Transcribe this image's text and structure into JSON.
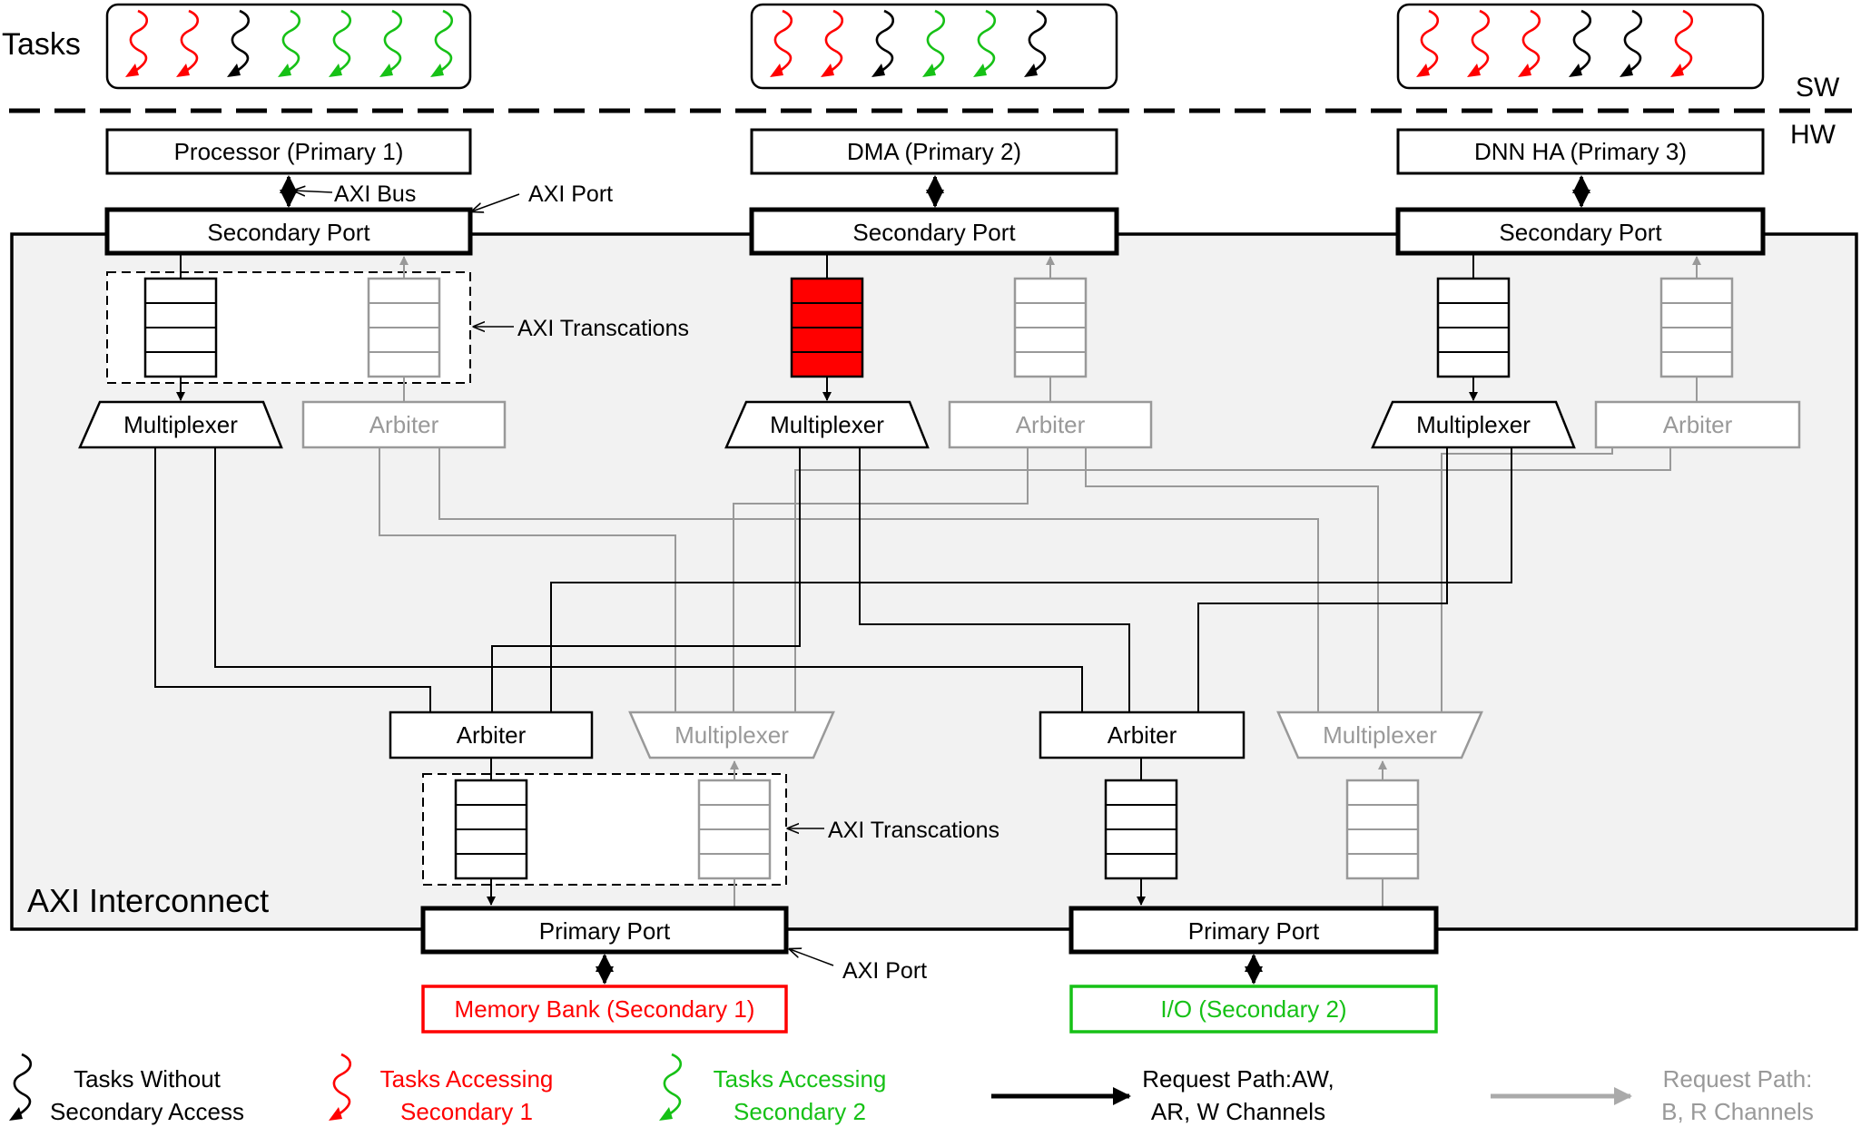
{
  "sw_hw": {
    "tasks_label": "Tasks",
    "sw_label": "SW",
    "hw_label": "HW"
  },
  "task_groups": [
    {
      "colors": [
        "red",
        "red",
        "black",
        "green",
        "green",
        "green",
        "green"
      ]
    },
    {
      "colors": [
        "red",
        "red",
        "black",
        "green",
        "green",
        "black"
      ]
    },
    {
      "colors": [
        "red",
        "red",
        "red",
        "black",
        "black",
        "red"
      ]
    }
  ],
  "primaries": [
    {
      "label": "Processor (Primary 1)",
      "port": "Secondary Port"
    },
    {
      "label": "DMA  (Primary 2)",
      "port": "Secondary Port"
    },
    {
      "label": "DNN HA (Primary 3)",
      "port": "Secondary Port"
    }
  ],
  "annotations": {
    "axi_bus": "AXI Bus",
    "axi_port_top": "AXI Port",
    "axi_transactions_top": "AXI Transcations",
    "axi_transactions_bottom": "AXI Transcations",
    "axi_port_bottom": "AXI Port",
    "interconnect": "AXI Interconnect"
  },
  "blocks": {
    "multiplexer": "Multiplexer",
    "arbiter": "Arbiter"
  },
  "secondaries": [
    {
      "port": "Primary Port",
      "label": "Memory Bank (Secondary 1)"
    },
    {
      "port": "Primary Port",
      "label": "I/O (Secondary 2)"
    }
  ],
  "legend": {
    "black_line1": "Tasks Without",
    "black_line2": "Secondary Access",
    "red_line1": "Tasks Accessing",
    "red_line2": "Secondary 1",
    "green_line1": "Tasks Accessing",
    "green_line2": "Secondary 2",
    "req_line1": "Request Path:AW,",
    "req_line2": "AR, W Channels",
    "resp_line1": "Request Path:",
    "resp_line2": "B, R Channels"
  },
  "colors": {
    "red": "#ff0000",
    "green": "#16c116",
    "black": "#000000",
    "gray": "#999999",
    "interconnect_bg": "#f2f2f2",
    "queue_fill_red": "#ff0000"
  }
}
